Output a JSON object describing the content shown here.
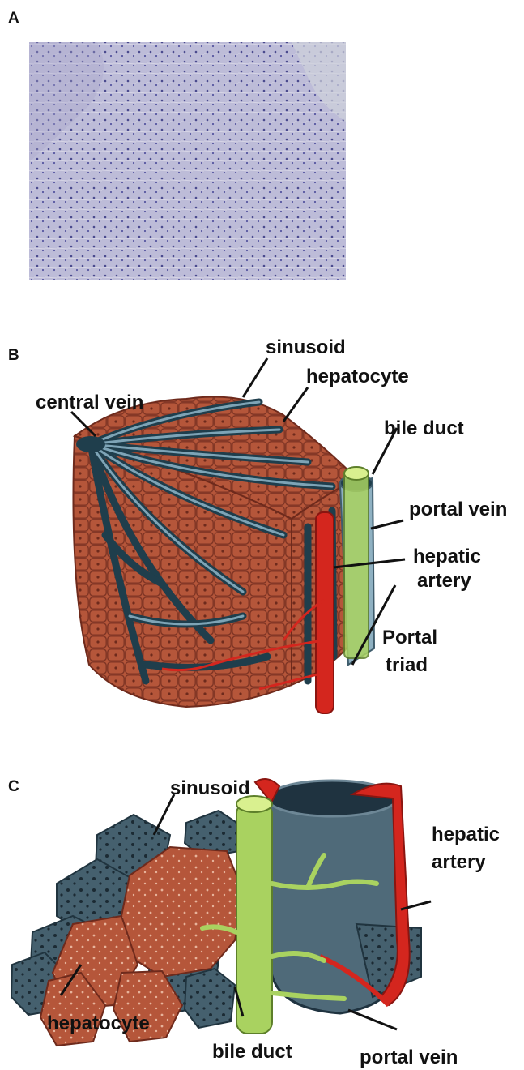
{
  "panels": {
    "a": {
      "letter": "A"
    },
    "b": {
      "letter": "B",
      "labels": {
        "sinusoid": "sinusoid",
        "hepatocyte": "hepatocyte",
        "central_vein": "central vein",
        "bile_duct": "bile duct",
        "portal_vein": "portal vein",
        "hepatic_artery_line1": "hepatic",
        "hepatic_artery_line2": "artery",
        "portal_triad_line1": "Portal",
        "portal_triad_line2": "triad"
      }
    },
    "c": {
      "letter": "C",
      "labels": {
        "sinusoid": "sinusoid",
        "hepatic_artery_line1": "hepatic",
        "hepatic_artery_line2": "artery",
        "hepatocyte": "hepatocyte",
        "bile_duct": "bile duct",
        "portal_vein": "portal vein"
      }
    }
  },
  "colors": {
    "histology_bg": "#b9b8d4",
    "hepatocyte": "#b5563a",
    "sinusoid": "#1f3e4c",
    "sinusoid_light": "#7ea4b6",
    "artery": "#d4261e",
    "bile_duct": "#a9d260",
    "portal_vein": "#5a7888"
  }
}
